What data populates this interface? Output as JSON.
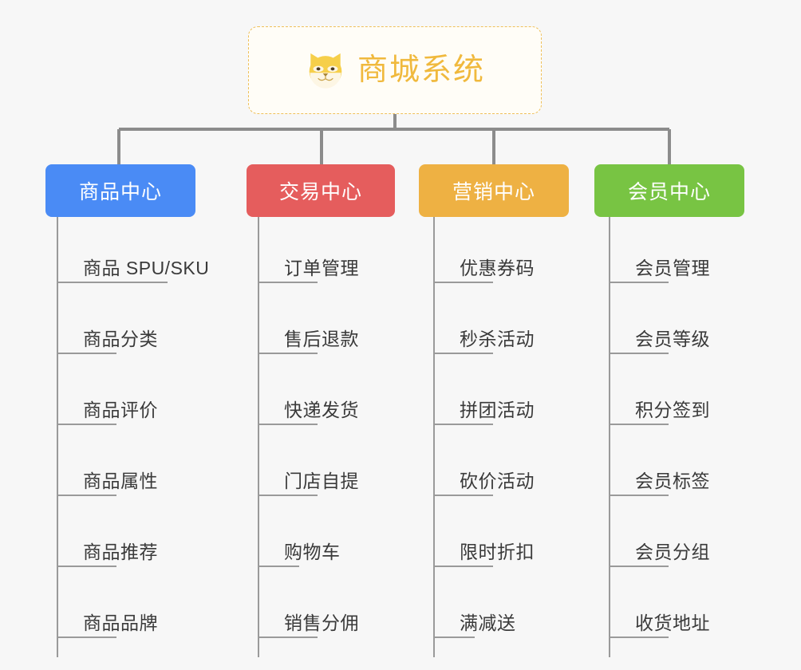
{
  "diagram": {
    "type": "mindmap",
    "background_color": "#f7f7f7",
    "connector_color": "#8c8c8c"
  },
  "root": {
    "title": "商城系统",
    "icon": "shiba-dog-face-emoji",
    "text_color": "#f0b93d",
    "border_color": "#efc05a",
    "background_color": "#fffdf7"
  },
  "branches": [
    {
      "label": "商品中心",
      "color": "#4a8bf5",
      "text_color": "#ffffff",
      "items": [
        "商品 SPU/SKU",
        "商品分类",
        "商品评价",
        "商品属性",
        "商品推荐",
        "商品品牌"
      ]
    },
    {
      "label": "交易中心",
      "color": "#e55d5d",
      "text_color": "#ffffff",
      "items": [
        "订单管理",
        "售后退款",
        "快递发货",
        "门店自提",
        "购物车",
        "销售分佣"
      ]
    },
    {
      "label": "营销中心",
      "color": "#eeb143",
      "text_color": "#ffffff",
      "items": [
        "优惠券码",
        "秒杀活动",
        "拼团活动",
        "砍价活动",
        "限时折扣",
        "满减送"
      ]
    },
    {
      "label": "会员中心",
      "color": "#78c443",
      "text_color": "#ffffff",
      "items": [
        "会员管理",
        "会员等级",
        "积分签到",
        "会员标签",
        "会员分组",
        "收货地址"
      ]
    }
  ]
}
